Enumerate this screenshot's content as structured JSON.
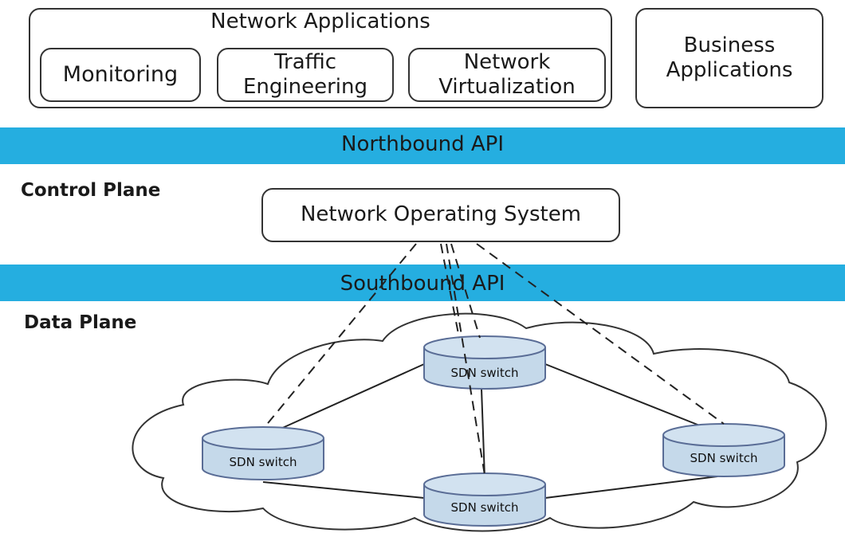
{
  "network_apps": {
    "title": "Network Applications",
    "items": [
      {
        "line1": "Monitoring",
        "line2": ""
      },
      {
        "line1": "Traffic",
        "line2": "Engineering"
      },
      {
        "line1": "Network",
        "line2": "Virtualization"
      }
    ]
  },
  "business_apps": {
    "line1": "Business",
    "line2": "Applications"
  },
  "northbound_api": "Northbound API",
  "control_plane": "Control Plane",
  "nos": "Network Operating System",
  "southbound_api": "Southbound API",
  "data_plane": "Data Plane",
  "switches": [
    {
      "label": "SDN switch"
    },
    {
      "label": "SDN switch"
    },
    {
      "label": "SDN switch"
    },
    {
      "label": "SDN switch"
    }
  ],
  "colors": {
    "api_band": "#25aee0",
    "switch_fill": "#c5d9ea",
    "switch_stroke": "#5a6d96"
  }
}
